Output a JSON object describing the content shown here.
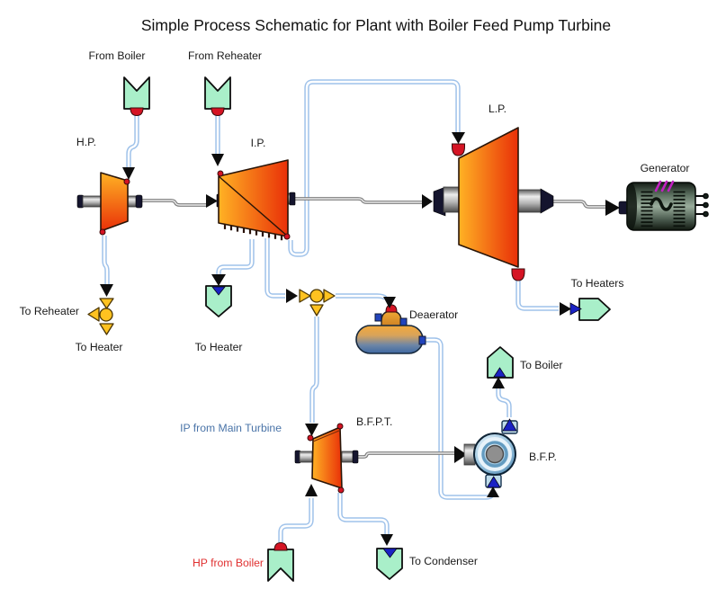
{
  "title": "Simple Process Schematic for Plant with Boiler Feed Pump Turbine",
  "labels": {
    "from_boiler": "From Boiler",
    "from_reheater": "From Reheater",
    "hp_turbine": "H.P.",
    "ip_turbine": "I.P.",
    "lp_turbine": "L.P.",
    "generator": "Generator",
    "to_reheater": "To Reheater",
    "to_heater_hp": "To Heater",
    "to_heater_ip": "To Heater",
    "to_heaters": "To Heaters",
    "deaerator": "Deaerator",
    "to_boiler": "To Boiler",
    "bfpt": "B.F.P.T.",
    "bfp": "B.F.P.",
    "ip_from_main_turbine": "IP from Main Turbine",
    "hp_from_boiler": "HP from Boiler",
    "to_condenser": "To Condenser"
  },
  "colors": {
    "turbine_light": "#FFB224",
    "turbine_dark": "#E93008",
    "pipe": "#9FC2EA",
    "pipe_core": "#FFFFFF",
    "shaft_gray": "#7E7E7E",
    "connector_green": "#A9EFC9",
    "marker_red": "#D51424",
    "arrow_blue": "#1A22C4",
    "arrow_black": "#0D0D0D",
    "valve_yellow": "#FFC220",
    "label": "#1A1A1A",
    "label_blue": "#4A74A8",
    "label_red": "#E03030",
    "generator_magenta": "#C121C1",
    "deaerator_orange": "#F2A93B",
    "deaerator_blue": "#3E68A2",
    "pump_blue": "#5E99C4"
  }
}
